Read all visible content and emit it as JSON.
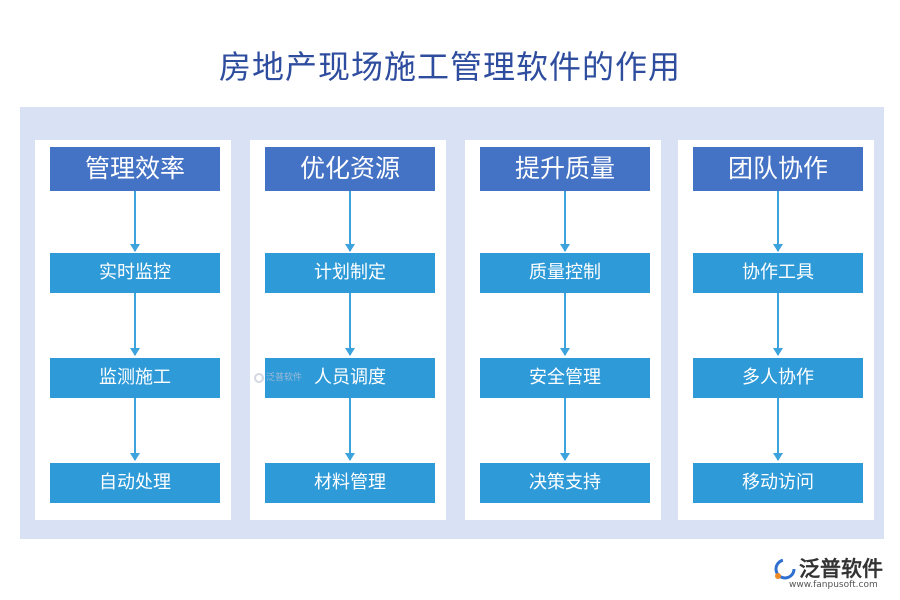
{
  "title": "房地产现场施工管理软件的作用",
  "columns": [
    {
      "header": "管理效率",
      "items": [
        "实时监控",
        "监测施工",
        "自动处理"
      ]
    },
    {
      "header": "优化资源",
      "items": [
        "计划制定",
        "人员调度",
        "材料管理"
      ]
    },
    {
      "header": "提升质量",
      "items": [
        "质量控制",
        "安全管理",
        "决策支持"
      ]
    },
    {
      "header": "团队协作",
      "items": [
        "协作工具",
        "多人协作",
        "移动访问"
      ]
    }
  ],
  "watermark": {
    "text": "泛普软件"
  },
  "logo": {
    "name": "泛普软件",
    "url": "www.fanpusoft.com"
  },
  "colors": {
    "title": "#2f4d9e",
    "panel_bg": "#d9e2f4",
    "header_bg": "#4472c4",
    "item_bg": "#2e9ad8",
    "arrow": "#3da3dc"
  }
}
